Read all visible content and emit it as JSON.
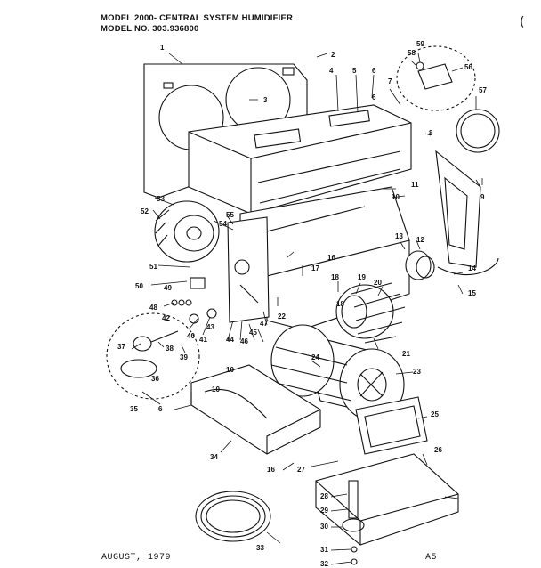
{
  "header": {
    "line1": "MODEL 2000- CENTRAL SYSTEM HUMIDIFIER",
    "line2": "MODEL NO. 303.936800"
  },
  "footer": {
    "date": "AUGUST, 1979",
    "code": "A5"
  },
  "corner_mark": "(",
  "part_numbers": [
    "1",
    "2",
    "3",
    "4",
    "5",
    "6",
    "7",
    "8",
    "9",
    "10",
    "11",
    "12",
    "13",
    "14",
    "15",
    "16",
    "17",
    "18",
    "19",
    "20",
    "21",
    "22",
    "23",
    "24",
    "25",
    "26",
    "27",
    "28",
    "29",
    "30",
    "31",
    "32",
    "33",
    "34",
    "35",
    "36",
    "37",
    "38",
    "39",
    "40",
    "41",
    "42",
    "43",
    "44",
    "45",
    "46",
    "47",
    "48",
    "49",
    "50",
    "51",
    "52",
    "53",
    "54",
    "55",
    "56",
    "57",
    "58",
    "59",
    "6",
    "10",
    "10",
    "6",
    "16",
    "18"
  ]
}
